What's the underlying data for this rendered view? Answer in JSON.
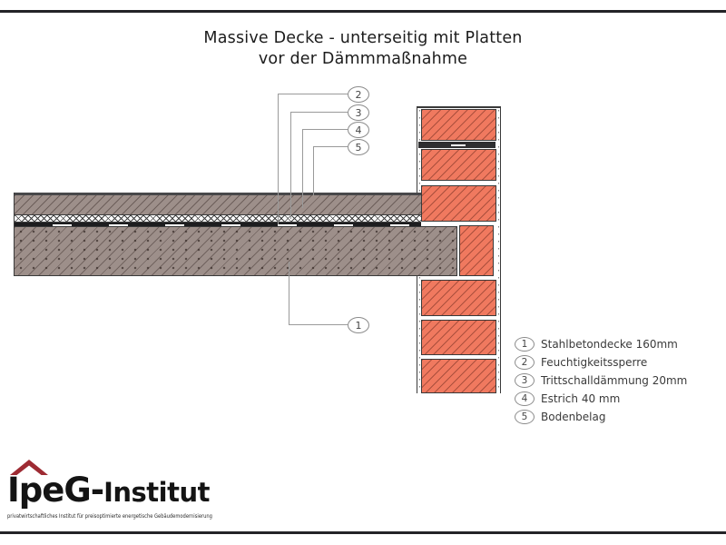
{
  "title": {
    "line1": "Massive Decke - unterseitig mit Platten",
    "line2": "vor der Dämmmaßnahme"
  },
  "callouts": {
    "top": [
      "2",
      "3",
      "4",
      "5"
    ],
    "slab": "1"
  },
  "legend": {
    "items": [
      {
        "number": "1",
        "label": "Stahlbetondecke 160mm"
      },
      {
        "number": "2",
        "label": "Feuchtigkeitssperre"
      },
      {
        "number": "3",
        "label": "Trittschalldämmung 20mm"
      },
      {
        "number": "4",
        "label": "Estrich 40 mm"
      },
      {
        "number": "5",
        "label": "Bodenbelag"
      }
    ]
  },
  "logo": {
    "brand_bold": "IpeG-",
    "brand_rest": "Institut",
    "tagline": "privatwirtschaftliches Institut für preisoptimierte energetische Gebäudemodernisierung"
  },
  "colors": {
    "brick_fill": "#f0795f",
    "brick_hatch": "#7d3426",
    "screed_concrete_fill": "#9d8f8a",
    "moisture_barrier": "#1d1d1f",
    "wall_band": "#2e2e30",
    "outline": "#3a3a3a",
    "leader_line": "#9a9a9a",
    "frame_bar": "#232327",
    "logo_roof": "#9e2b33"
  }
}
